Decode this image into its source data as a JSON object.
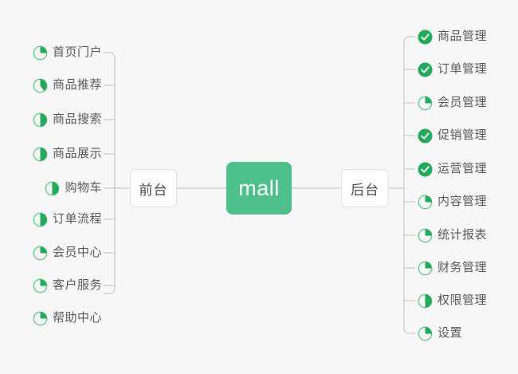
{
  "diagram": {
    "title": "mall",
    "background_color": "#f7f7f7",
    "root": {
      "label": "mall",
      "color": "#4ec08c",
      "text_color": "#ffffff"
    },
    "branches": [
      {
        "id": "front",
        "label": "前台",
        "side": "left",
        "items": [
          {
            "label": "首页门户",
            "icon": "pie-progress-icon",
            "progress": 25,
            "state": "in-progress"
          },
          {
            "label": "商品推荐",
            "icon": "pie-progress-icon",
            "progress": 40,
            "state": "in-progress"
          },
          {
            "label": "商品搜索",
            "icon": "pie-progress-icon",
            "progress": 50,
            "state": "in-progress"
          },
          {
            "label": "商品展示",
            "icon": "pie-progress-icon",
            "progress": 50,
            "state": "in-progress"
          },
          {
            "label": "购物车",
            "icon": "pie-progress-icon",
            "progress": 50,
            "state": "in-progress"
          },
          {
            "label": "订单流程",
            "icon": "pie-progress-icon",
            "progress": 50,
            "state": "in-progress"
          },
          {
            "label": "会员中心",
            "icon": "pie-progress-icon",
            "progress": 25,
            "state": "in-progress"
          },
          {
            "label": "客户服务",
            "icon": "pie-progress-icon",
            "progress": 25,
            "state": "in-progress"
          },
          {
            "label": "帮助中心",
            "icon": "pie-progress-icon",
            "progress": 25,
            "state": "in-progress"
          }
        ]
      },
      {
        "id": "back",
        "label": "后台",
        "side": "right",
        "items": [
          {
            "label": "商品管理",
            "icon": "check-circle-icon",
            "progress": 100,
            "state": "done"
          },
          {
            "label": "订单管理",
            "icon": "check-circle-icon",
            "progress": 100,
            "state": "done"
          },
          {
            "label": "会员管理",
            "icon": "pie-progress-icon",
            "progress": 25,
            "state": "in-progress"
          },
          {
            "label": "促销管理",
            "icon": "check-circle-icon",
            "progress": 100,
            "state": "done"
          },
          {
            "label": "运营管理",
            "icon": "check-circle-icon",
            "progress": 100,
            "state": "done"
          },
          {
            "label": "内容管理",
            "icon": "pie-progress-icon",
            "progress": 25,
            "state": "in-progress"
          },
          {
            "label": "统计报表",
            "icon": "pie-progress-icon",
            "progress": 25,
            "state": "in-progress"
          },
          {
            "label": "财务管理",
            "icon": "pie-progress-icon",
            "progress": 25,
            "state": "in-progress"
          },
          {
            "label": "权限管理",
            "icon": "pie-progress-icon",
            "progress": 50,
            "state": "in-progress"
          },
          {
            "label": "设置",
            "icon": "pie-progress-icon",
            "progress": 25,
            "state": "in-progress"
          }
        ]
      }
    ],
    "colors": {
      "accent_green": "#4ec08c",
      "icon_green": "#22ab5c",
      "icon_ring": "#5ec98d",
      "line": "#c9c9c9",
      "box_border": "#e2e2e2",
      "text": "#595959"
    }
  }
}
